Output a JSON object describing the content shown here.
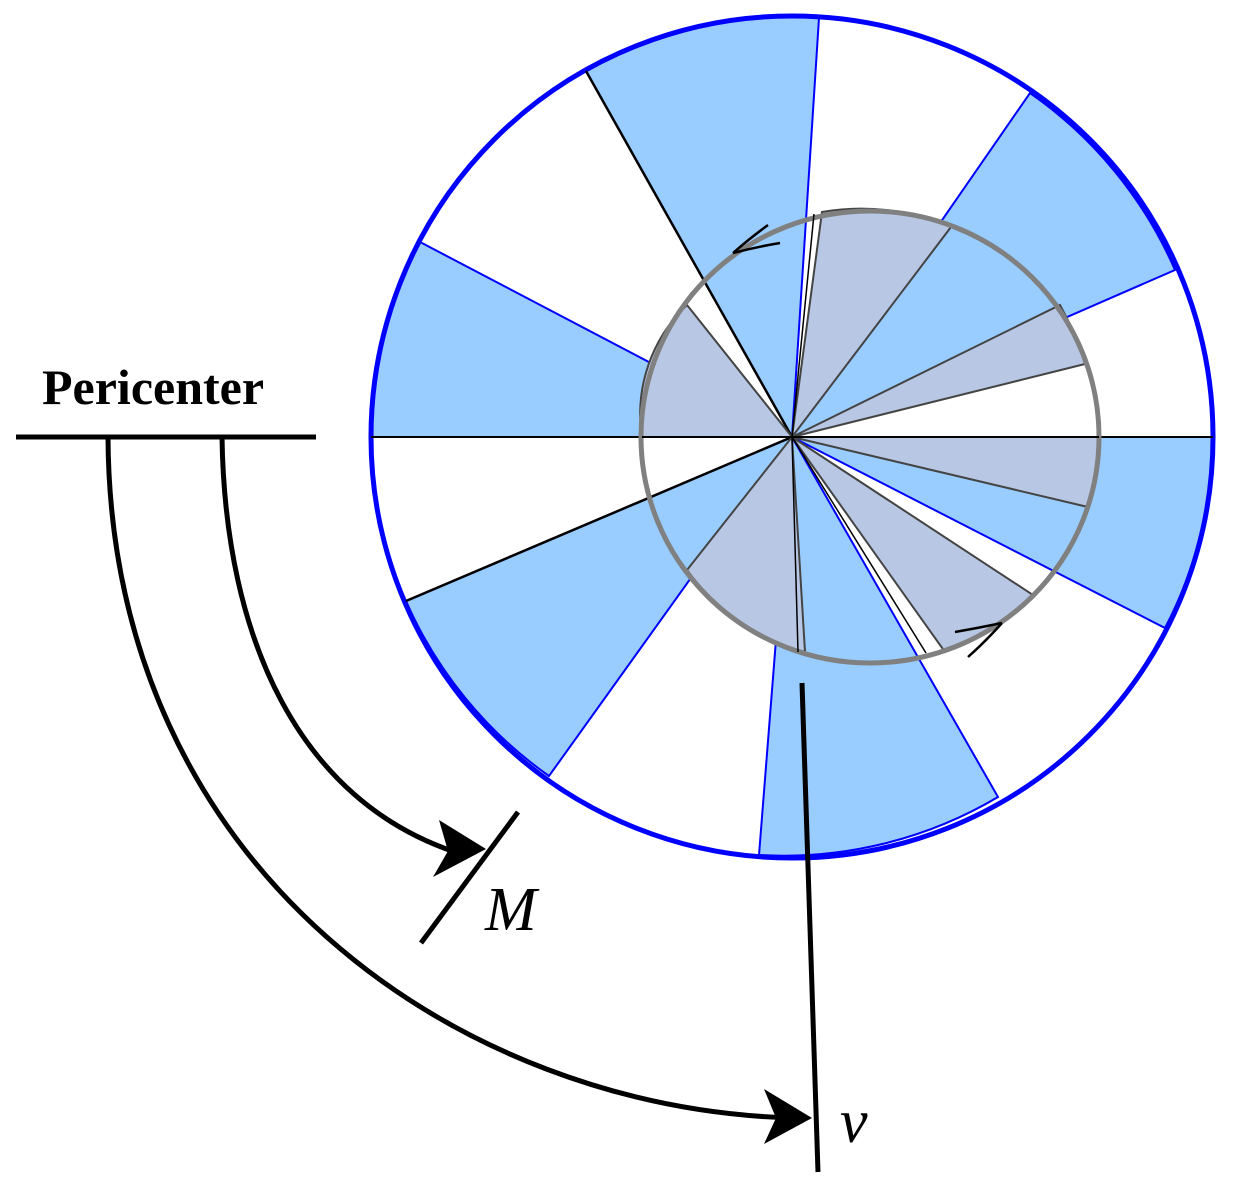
{
  "labels": {
    "pericenter": "Pericenter",
    "mean_anomaly": "M",
    "true_anomaly": "ν"
  },
  "colors": {
    "outer_fill": "#99ccff",
    "outer_border": "#0000ff",
    "inner_fill": "#b8c8e4",
    "inner_border": "#808080",
    "line": "#000000"
  }
}
